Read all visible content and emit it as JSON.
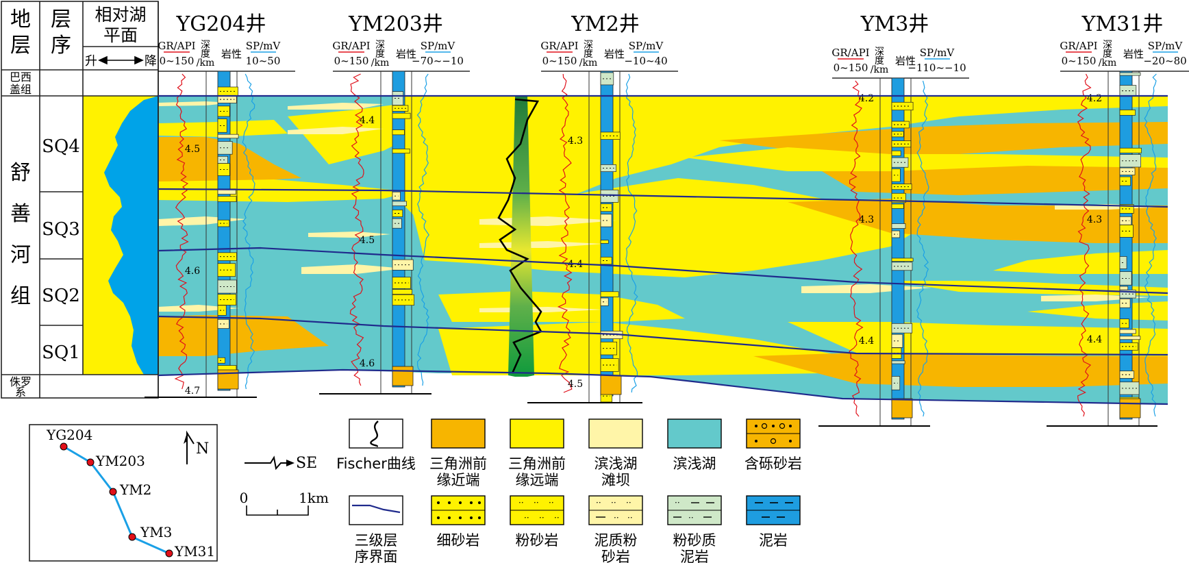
{
  "left_columns": {
    "stratum_header": "地层",
    "sequence_header": "层序",
    "lake_header_line1": "相对湖",
    "lake_header_line2": "平面",
    "lake_rise": "升",
    "lake_fall": "降",
    "formation_top": "巴西盖组",
    "formation_top_lines": [
      "巴西",
      "盖组"
    ],
    "formation_main": "舒善河组",
    "formation_main_chars": [
      "舒",
      "善",
      "河",
      "组"
    ],
    "formation_bottom": "侏罗系",
    "formation_bottom_lines": [
      "侏罗",
      "系"
    ],
    "sequences": [
      "SQ4",
      "SQ3",
      "SQ2",
      "SQ1"
    ]
  },
  "column_labels": {
    "gr": "GR/API",
    "depth_lines": [
      "深",
      "度",
      "/km"
    ],
    "lithology": "岩性",
    "sp": "SP/mV"
  },
  "wells": [
    {
      "name": "YG204井",
      "gr_range": "0~150",
      "sp_range": "10~50",
      "depths": [
        "4.5",
        "4.6",
        "4.7"
      ]
    },
    {
      "name": "YM203井",
      "gr_range": "0~150",
      "sp_range": "−70~−10",
      "depths": [
        "4.4",
        "4.5",
        "4.6"
      ]
    },
    {
      "name": "YM2井",
      "gr_range": "0~150",
      "sp_range": "−10~40",
      "depths": [
        "4.3",
        "4.4",
        "4.5"
      ]
    },
    {
      "name": "YM3井",
      "gr_range": "0~150",
      "sp_range": "−110~−10",
      "depths": [
        "4.2",
        "4.3",
        "4.4"
      ]
    },
    {
      "name": "YM31井",
      "gr_range": "0~150",
      "sp_range": "−20~80",
      "depths": [
        "4.2",
        "4.3",
        "4.4"
      ]
    }
  ],
  "map": {
    "north": "N",
    "wells": [
      "YG204",
      "YM203",
      "YM2",
      "YM3",
      "YM31"
    ]
  },
  "direction": "SE",
  "scale": {
    "start": "0",
    "end": "1km"
  },
  "legend": [
    {
      "label_lines": [
        "Fischer曲线"
      ],
      "swatch": "fischer"
    },
    {
      "label_lines": [
        "三角洲前",
        "缘近端"
      ],
      "swatch": "solid",
      "color": "#f7b500"
    },
    {
      "label_lines": [
        "三角洲前",
        "缘远端"
      ],
      "swatch": "solid",
      "color": "#fff200"
    },
    {
      "label_lines": [
        "滨浅湖",
        "滩坝"
      ],
      "swatch": "solid",
      "color": "#fff5a8"
    },
    {
      "label_lines": [
        "滨浅湖"
      ],
      "swatch": "solid",
      "color": "#63c9cb"
    },
    {
      "label_lines": [
        "含砾砂岩"
      ],
      "swatch": "gravel",
      "color": "#f7b500"
    },
    {
      "label_lines": [
        "三级层",
        "序界面"
      ],
      "swatch": "boundary"
    },
    {
      "label_lines": [
        "细砂岩"
      ],
      "swatch": "finesand",
      "color": "#fff200"
    },
    {
      "label_lines": [
        "粉砂岩"
      ],
      "swatch": "silt",
      "color": "#fff200"
    },
    {
      "label_lines": [
        "泥质粉",
        "砂岩"
      ],
      "swatch": "muddysilt",
      "color": "#fff5a8"
    },
    {
      "label_lines": [
        "粉砂质",
        "泥岩"
      ],
      "swatch": "siltymud",
      "color": "#cfe8c8"
    },
    {
      "label_lines": [
        "泥岩"
      ],
      "swatch": "mud",
      "color": "#1e9de0"
    }
  ],
  "colors": {
    "proximal": "#f7b500",
    "distal": "#fff200",
    "bar": "#fff5a8",
    "lake": "#63c9cb",
    "mudstone": "#1e9de0",
    "boundary": "#1f2a8c",
    "gr_curve": "#e0101a",
    "sp_curve": "#1aa0e6"
  }
}
